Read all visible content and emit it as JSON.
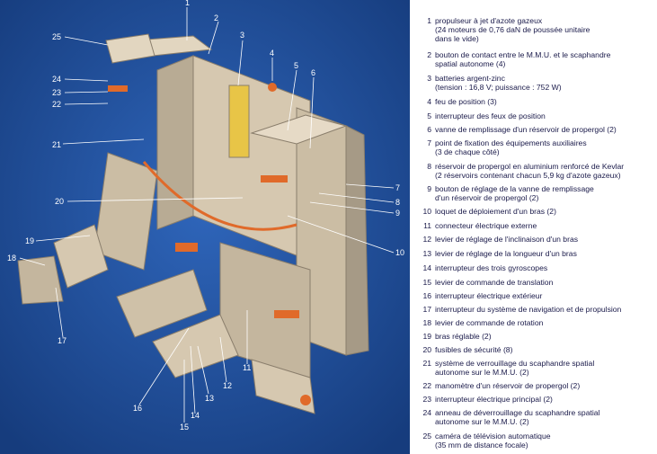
{
  "diagram": {
    "callouts": [
      "1",
      "2",
      "3",
      "4",
      "5",
      "6",
      "7",
      "8",
      "9",
      "10",
      "11",
      "12",
      "13",
      "14",
      "15",
      "16",
      "17",
      "18",
      "19",
      "20",
      "21",
      "22",
      "23",
      "24",
      "25"
    ]
  },
  "legend": [
    {
      "num": "1",
      "text": "propulseur à jet d'azote gazeux\n(24 moteurs de 0,76 daN de poussée unitaire\ndans le vide)"
    },
    {
      "num": "2",
      "text": "bouton de contact entre le M.M.U. et le scaphandre\nspatial autonome (4)"
    },
    {
      "num": "3",
      "text": "batteries argent-zinc\n(tension : 16,8 V; puissance : 752 W)"
    },
    {
      "num": "4",
      "text": "feu de position (3)"
    },
    {
      "num": "5",
      "text": "interrupteur des feux de position"
    },
    {
      "num": "6",
      "text": "vanne de remplissage d'un réservoir de propergol (2)"
    },
    {
      "num": "7",
      "text": "point de fixation des équipements auxiliaires\n(3 de chaque côté)"
    },
    {
      "num": "8",
      "text": "réservoir de propergol en aluminium renforcé de Kevlar\n(2 réservoirs contenant chacun 5,9 kg d'azote gazeux)"
    },
    {
      "num": "9",
      "text": "bouton de réglage de la vanne de remplissage\nd'un réservoir de propergol (2)"
    },
    {
      "num": "10",
      "text": "loquet de déploiement d'un bras (2)"
    },
    {
      "num": "11",
      "text": "connecteur électrique externe"
    },
    {
      "num": "12",
      "text": "levier de réglage de l'inclinaison d'un bras"
    },
    {
      "num": "13",
      "text": "levier de réglage de la longueur d'un bras"
    },
    {
      "num": "14",
      "text": "interrupteur des trois gyroscopes"
    },
    {
      "num": "15",
      "text": "levier de commande de translation"
    },
    {
      "num": "16",
      "text": "interrupteur électrique extérieur"
    },
    {
      "num": "17",
      "text": "interrupteur du système de navigation et de propulsion"
    },
    {
      "num": "18",
      "text": "levier de commande de rotation"
    },
    {
      "num": "19",
      "text": "bras réglable (2)"
    },
    {
      "num": "20",
      "text": "fusibles de sécurité (8)"
    },
    {
      "num": "21",
      "text": "système de verrouillage du scaphandre spatial\nautonome sur le M.M.U. (2)"
    },
    {
      "num": "22",
      "text": "manomètre d'un réservoir de propergol (2)"
    },
    {
      "num": "23",
      "text": "interrupteur électrique principal (2)"
    },
    {
      "num": "24",
      "text": "anneau de déverrouillage du scaphandre spatial\nautonome sur le M.M.U. (2)"
    },
    {
      "num": "25",
      "text": "caméra de télévision automatique\n(35 mm de distance focale)"
    }
  ],
  "colors": {
    "background_left": "#1e4c9a",
    "background_right": "#ffffff",
    "body": "#d6c8b0",
    "body_shadow": "#a69a86",
    "accent": "#e06a2a",
    "battery": "#e8c547",
    "legend_text": "#1a1a4a"
  }
}
